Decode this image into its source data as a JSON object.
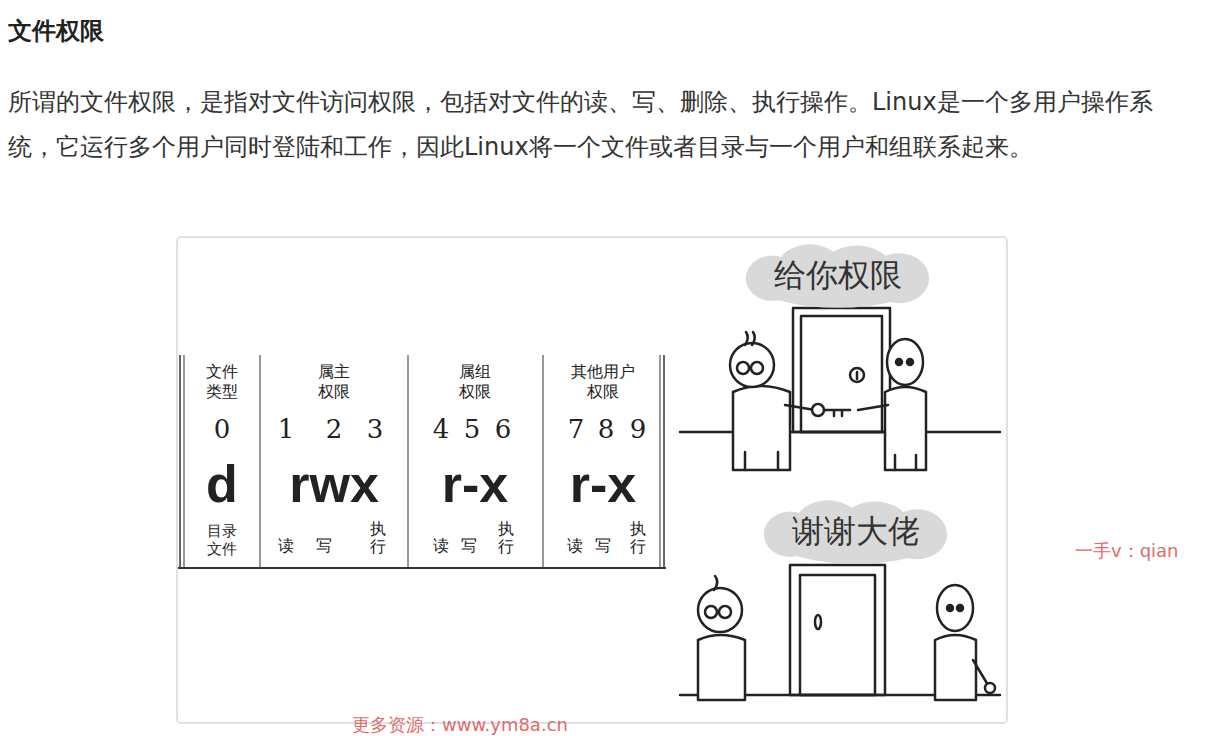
{
  "diagram": {
    "title": "文件权限",
    "nodes": [
      {
        "text": [
          "给你权限"
        ]
      },
      {
        "text": [
          "谢谢大佬"
        ]
      }
    ],
    "labels": [
      "所谓的文件权限，是指对文件访问权限，包括对文件的读、写、删除、执行操作。Linux是一个多用户操作系统，它运行多个用户同时登陆和工作，因此Linux将一个文件或者目录与一个用户和组联系起来。",
      "文件 类型",
      "属主 权限",
      "属组 权限",
      "其他用户 权限",
      "0",
      "1",
      "2",
      "3",
      "4",
      "5",
      "6",
      "7",
      "8",
      "9",
      "d",
      "rwx",
      "r-x",
      "r-x",
      "目录 文件",
      "读",
      "写",
      "执 行",
      "读",
      "写",
      "执 行",
      "读",
      "写",
      "执 行",
      "一手v：qian",
      "更多资源：www.ym8a.cn"
    ]
  }
}
